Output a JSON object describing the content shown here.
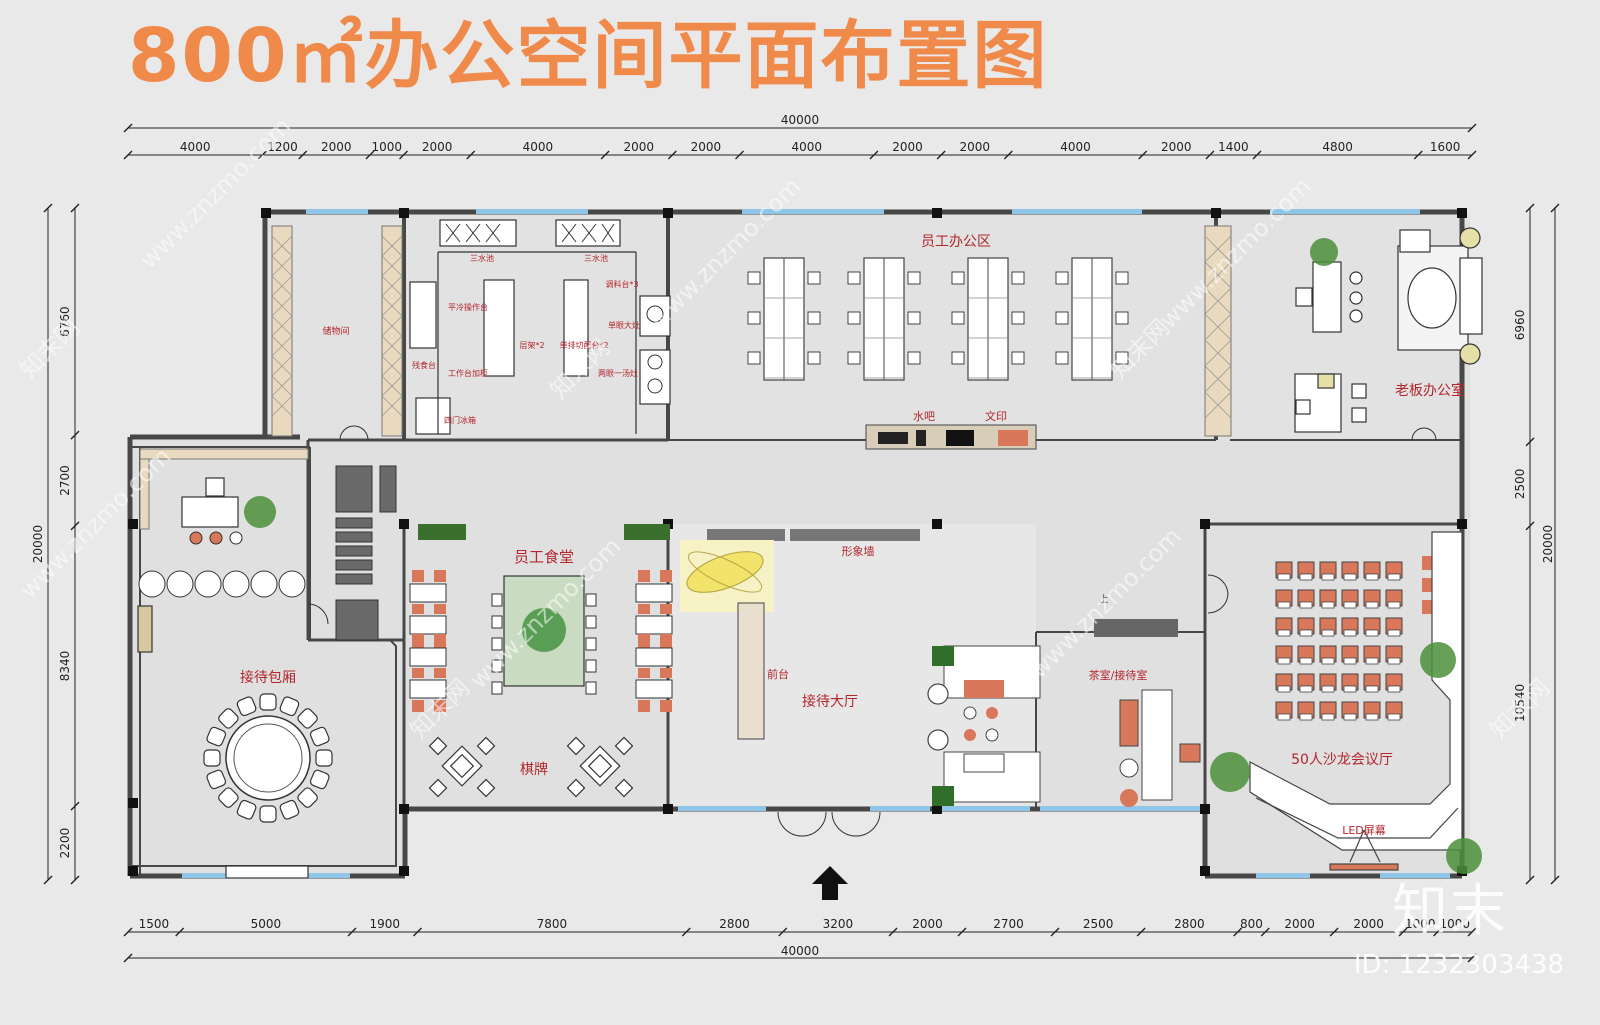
{
  "title": "800㎡办公空间平面布置图",
  "dimensions": {
    "top_total": "40000",
    "top": [
      "4000",
      "1200",
      "2000",
      "1000",
      "2000",
      "4000",
      "2000",
      "2000",
      "4000",
      "2000",
      "2000",
      "4000",
      "2000",
      "1400",
      "4800",
      "1600"
    ],
    "bottom_total": "40000",
    "bottom": [
      "1500",
      "5000",
      "1900",
      "7800",
      "2800",
      "3200",
      "2000",
      "2700",
      "2500",
      "2800",
      "800",
      "2000",
      "2000",
      "1000",
      "1000"
    ],
    "left_total": "20000",
    "left": [
      "6760",
      "2700",
      "8340",
      "2200"
    ],
    "right_total": "20000",
    "right": [
      "6960",
      "2500",
      "10540"
    ]
  },
  "rooms": {
    "storage": "储物间",
    "staff_office": "员工办公区",
    "boss_office": "老板办公室",
    "reception_suite": "接待包厢",
    "staff_canteen": "员工食堂",
    "chess": "棋牌",
    "lobby": "接待大厅",
    "front_desk": "前台",
    "image_wall": "形象墙",
    "tea_room": "茶室/接待室",
    "meeting_room": "50人沙龙会议厅",
    "led_screen": "LED屏幕",
    "water_bar": "水吧",
    "printing": "文印"
  },
  "kitchen_labels": {
    "sink_left": "三水池",
    "sink_right": "三水池",
    "seasoning": "调料台*3",
    "flat_cold": "平冷操作台",
    "leftover": "残食台",
    "work_table": "工作台加柜",
    "shelf": "层架*2",
    "single_stove": "单眼大灶",
    "double_stove": "两眼一汤灶",
    "fridge": "四门冰箱",
    "cutting": "单排切配台*2"
  },
  "stair_label": "上",
  "watermark": "www.znzmo.com",
  "watermark_brand": "知末网",
  "logo": "知末",
  "id_tag": "ID: 1232303438",
  "colors": {
    "title": "#f08a4b",
    "label": "#b3262c",
    "wall": "#474747",
    "floor": "#e0e0e0",
    "accent_chair": "#d9775a",
    "plant": "#3f8f3a",
    "window": "#8fc6e8"
  }
}
